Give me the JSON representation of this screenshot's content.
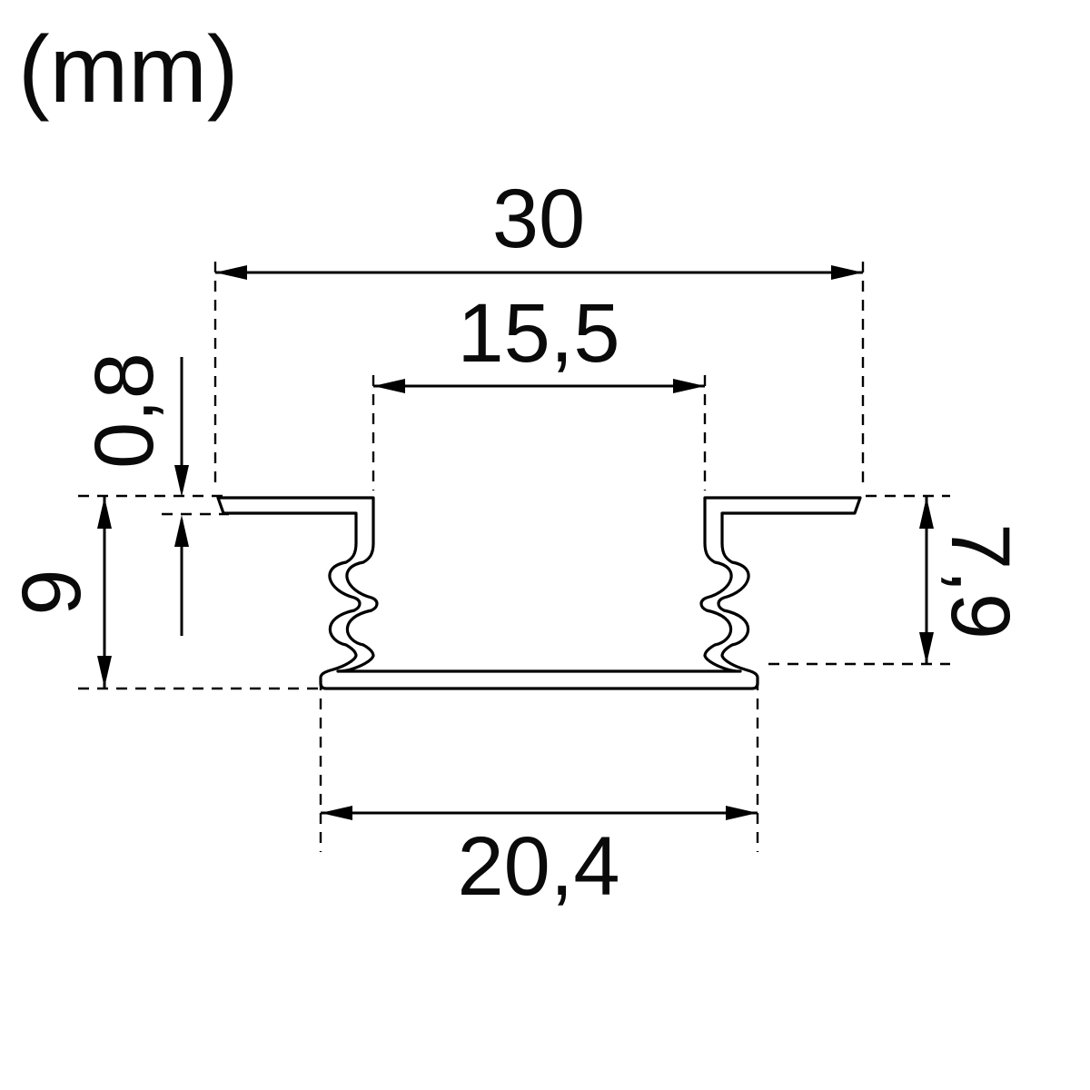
{
  "page": {
    "unit_label": "(mm)"
  },
  "drawing": {
    "dimensions": {
      "overall_width": "30",
      "opening_width": "15,5",
      "flange_thickness": "0,8",
      "total_height": "9",
      "inner_height": "7,9",
      "bottom_width": "20,4"
    },
    "colors": {
      "line": "#000000",
      "background": "#ffffff"
    }
  }
}
